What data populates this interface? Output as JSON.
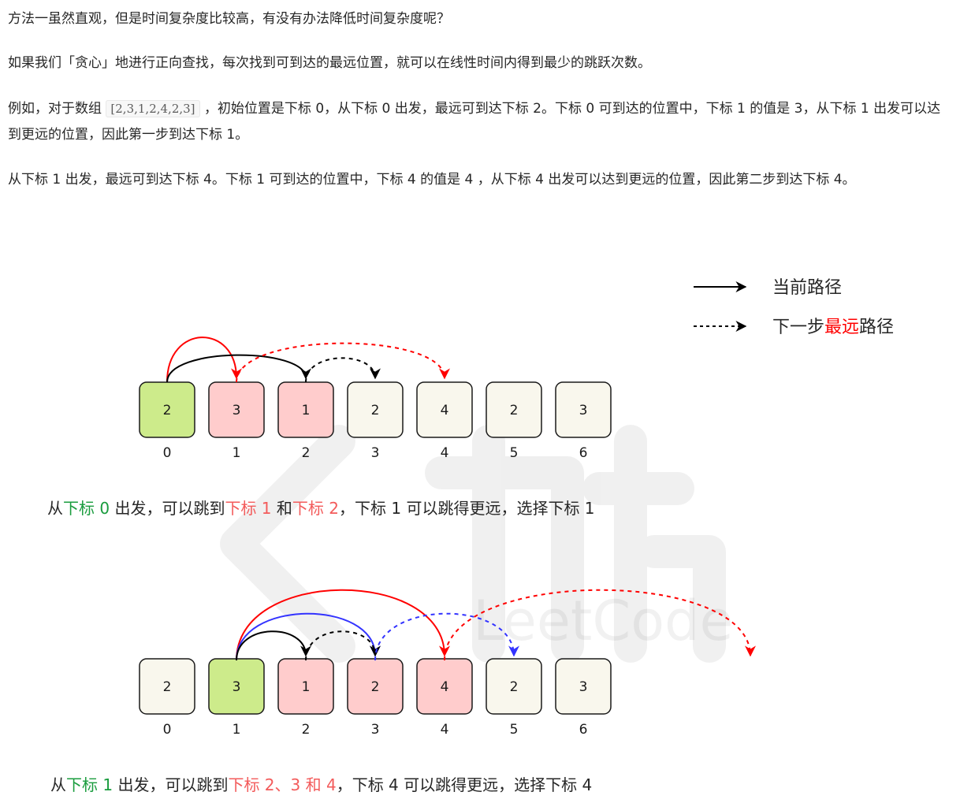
{
  "paragraphs": {
    "p1": "方法一虽然直观，但是时间复杂度比较高，有没有办法降低时间复杂度呢？",
    "p2": "如果我们「贪心」地进行正向查找，每次找到可到达的最远位置，就可以在线性时间内得到最少的跳跃次数。",
    "p3_before": "例如，对于数组",
    "p3_code": "[2,3,1,2,4,2,3]",
    "p3_after": "，初始位置是下标 0，从下标 0 出发，最远可到达下标 2。下标 0 可到达的位置中，下标 1 的值是 3，从下标 1 出发可以达到更远的位置，因此第一步到达下标 1。",
    "p4": "从下标 1 出发，最远可到达下标 4。下标 1 可到达的位置中，下标 4 的值是 4 ，从下标 4 出发可以达到更远的位置，因此第二步到达下标 4。"
  },
  "legend": {
    "current_path": "当前路径",
    "next_prefix": "下一步",
    "next_highlight": "最远",
    "next_suffix": "路径"
  },
  "watermark": "LeetCode 力扣",
  "diagram1": {
    "values": [
      "2",
      "3",
      "1",
      "2",
      "4",
      "2",
      "3"
    ],
    "indices": [
      "0",
      "1",
      "2",
      "3",
      "4",
      "5",
      "6"
    ],
    "states": [
      "start",
      "reach",
      "reach",
      "none",
      "none",
      "none",
      "none"
    ],
    "caption": {
      "c1": "从",
      "c2": "下标 0",
      "c3": " 出发，可以跳到",
      "c4": "下标 1",
      "c5": " 和",
      "c6": "下标 2",
      "c7": "，下标 1 可以跳得更远，选择下标 1"
    }
  },
  "diagram2": {
    "values": [
      "2",
      "3",
      "1",
      "2",
      "4",
      "2",
      "3"
    ],
    "indices": [
      "0",
      "1",
      "2",
      "3",
      "4",
      "5",
      "6"
    ],
    "states": [
      "none",
      "start",
      "reach",
      "reach",
      "reach",
      "none",
      "none"
    ],
    "caption": {
      "c1": "从",
      "c2": "下标 1",
      "c3": " 出发，可以跳到",
      "c4": "下标 2、3 和 4",
      "c5": "，下标 4 可以跳得更远，选择下标 4"
    }
  },
  "colors": {
    "start_fill": "#cdeb8b",
    "reach_fill": "#ffcccc",
    "none_fill": "#f9f7ed",
    "green_text": "#1a9c3e",
    "red_text": "#f35b5b",
    "red_arrow": "#ff0000",
    "blue_arrow": "#3333ff",
    "black_arrow": "#000000"
  }
}
